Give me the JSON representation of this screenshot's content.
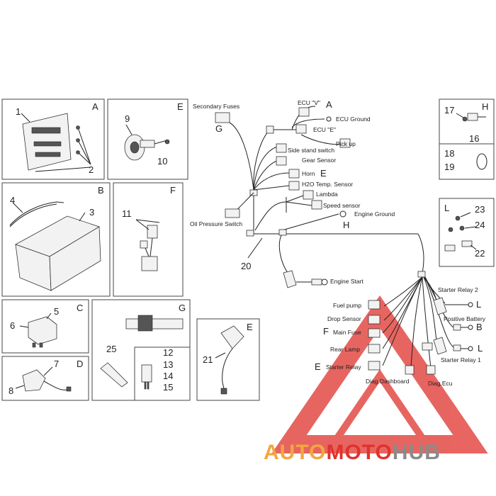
{
  "panels": {
    "A": {
      "letter": "A",
      "nums": [
        "1",
        "2"
      ]
    },
    "E1": {
      "letter": "E",
      "nums": [
        "9",
        "10"
      ]
    },
    "H": {
      "letter": "H",
      "nums": [
        "17",
        "16",
        "18",
        "19"
      ]
    },
    "B": {
      "letter": "B",
      "nums": [
        "4",
        "3"
      ]
    },
    "F": {
      "letter": "F",
      "nums": [
        "11"
      ]
    },
    "L": {
      "letter": "L",
      "nums": [
        "23",
        "24",
        "22"
      ]
    },
    "C": {
      "letter": "C",
      "nums": [
        "5",
        "6"
      ]
    },
    "G": {
      "letter": "G",
      "nums": [
        "25",
        "12",
        "13",
        "14",
        "15"
      ]
    },
    "E2": {
      "letter": "E",
      "nums": [
        "21"
      ]
    },
    "D": {
      "letter": "D",
      "nums": [
        "7",
        "8"
      ]
    }
  },
  "harness": {
    "secondary_fuses": "Secondary Fuses",
    "g_letter": "G",
    "ecu_v": "ECU \"V\"",
    "a_letter": "A",
    "ecu_ground": "ECU Ground",
    "ecu_e": "ECU \"E\"",
    "pick_up": "Pick up",
    "side_stand": "Side stand switch",
    "gear_sensor": "Gear Sensor",
    "horn": "Horn",
    "e_letter": "E",
    "h2o": "H2O Temp. Sensor",
    "lambda": "Lambda",
    "speed": "Speed sensor",
    "engine_ground": "Engine Ground",
    "h_letter": "H",
    "oil_pressure": "Oil Pressure Switch",
    "item_20": "20",
    "engine_start": "Engine Start",
    "starter_relay2": "Starter Relay 2",
    "fuel_pump": "Fuel pump",
    "l_letter1": "L",
    "drop_sensor": "Drop Sensor",
    "positive_battery": "Positive Battery",
    "f_letter": "F",
    "main_fuse": "Main Fuse",
    "b_letter": "B",
    "rear_lamp": "Rear Lamp",
    "l_letter2": "L",
    "e_letter2": "E",
    "starter_relay": "Starter Relay",
    "starter_relay1": "Starter Relay 1",
    "diag_dashboard": "Diag.Dashboard",
    "diag_ecu": "Diag.Ecu"
  },
  "watermark": {
    "part1": "AUTO",
    "part2": "MOTO",
    "part3": "HUB",
    "color_orange": "#f2a640",
    "color_red": "#e0322c",
    "color_grey": "#8a8a8a"
  }
}
